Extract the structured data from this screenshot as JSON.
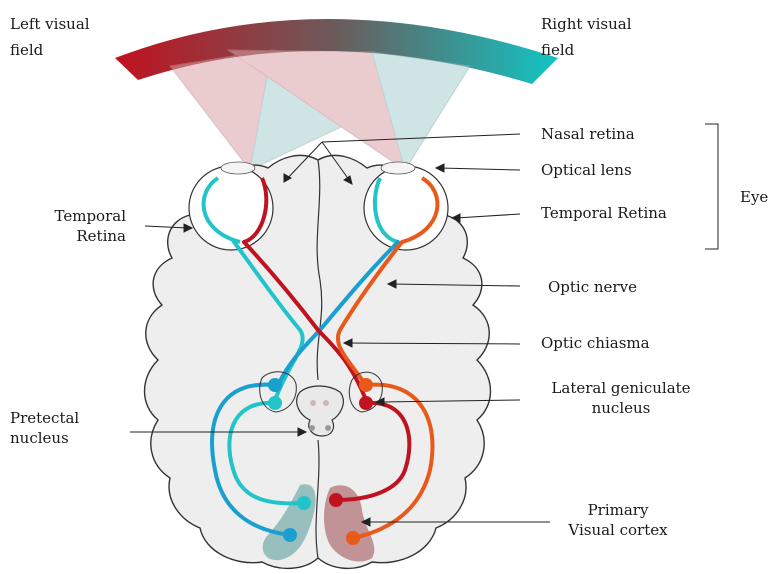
{
  "labels": {
    "left_visual_field": [
      "Left visual",
      "field"
    ],
    "right_visual_field": [
      "Right visual",
      "field"
    ],
    "nasal_retina": "Nasal retina",
    "optical_lens": "Optical lens",
    "temporal_retina_right": "Temporal Retina",
    "eye": "Eye",
    "temporal_retina_left": [
      "Temporal",
      "Retina"
    ],
    "optic_nerve": "Optic nerve",
    "optic_chiasma": "Optic chiasma",
    "lateral_geniculate_nucleus": [
      "Lateral geniculate",
      "nucleus"
    ],
    "pretectal_nucleus": [
      "Pretectal",
      "nucleus"
    ],
    "primary_visual_cortex": [
      "Primary",
      "Visual cortex"
    ]
  },
  "colors": {
    "left_field": "#c1121f",
    "right_field": "#12c4c4",
    "pathway_red": "#c1121f",
    "pathway_orange": "#e8591a",
    "pathway_cyan": "#21c4c9",
    "pathway_blue": "#1a9fcf",
    "brain_fill": "#eeeeee",
    "brain_outline": "#333333"
  }
}
